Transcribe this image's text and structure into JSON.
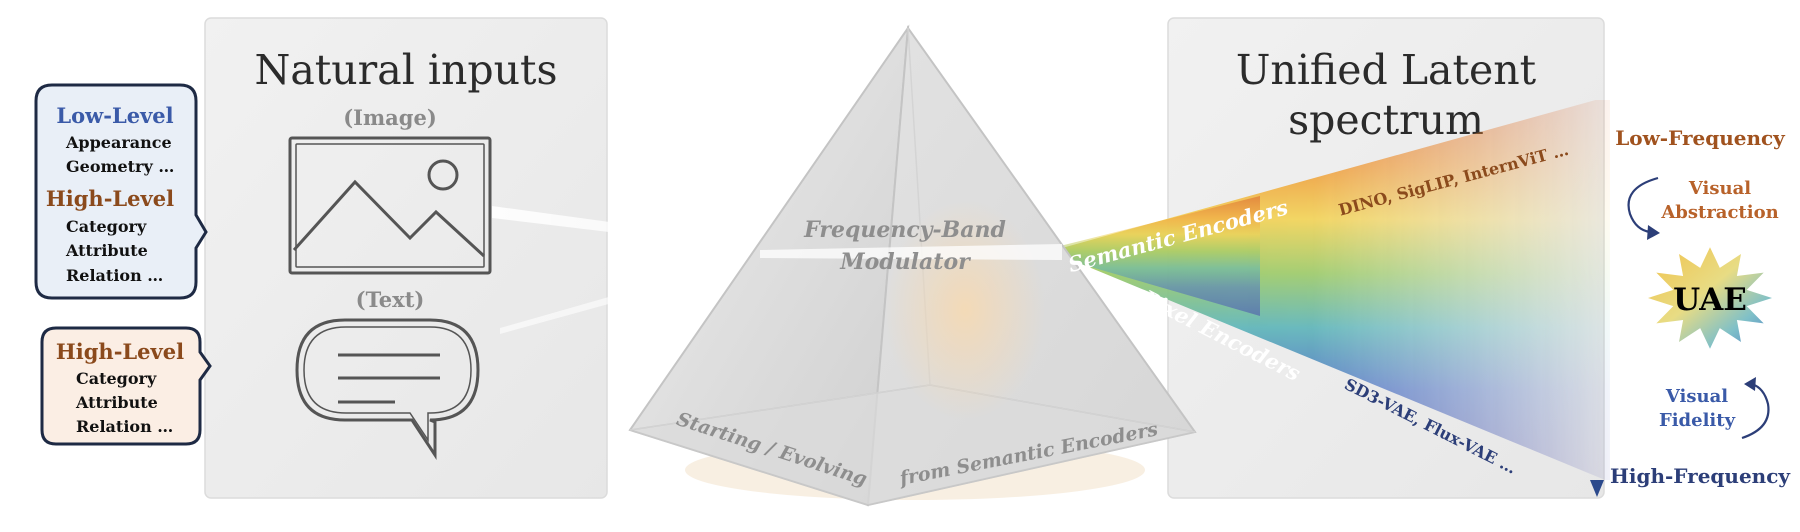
{
  "colors": {
    "low_level": "#3a5aa8",
    "high_level": "#8b4a1c",
    "semantic_models": "#8b4a1c",
    "pixel_models": "#2c3e78",
    "low_frequency": "#a0521e",
    "high_frequency": "#2c3e78",
    "abstraction": "#b8622a",
    "fidelity": "#3a5aa8"
  },
  "image_callout": {
    "low_level_title": "Low-Level",
    "low_level_items": [
      "Appearance",
      "Geometry …"
    ],
    "high_level_title": "High-Level",
    "high_level_items": [
      "Category",
      "Attribute",
      "Relation …"
    ]
  },
  "text_callout": {
    "high_level_title": "High-Level",
    "high_level_items": [
      "Category",
      "Attribute",
      "Relation …"
    ]
  },
  "inputs_panel": {
    "title": "Natural inputs",
    "image_label": "(Image)",
    "text_label": "(Text)"
  },
  "prism": {
    "label_line1": "Frequency-Band",
    "label_line2": "Modulator",
    "base_left": "Starting / Evolving",
    "base_right": "from Semantic Encoders"
  },
  "spectrum_panel": {
    "title_line1": "Unified Latent",
    "title_line2": "spectrum",
    "semantic_encoders": "Semantic Encoders",
    "semantic_models": "DINO,  SigLIP,  InternViT …",
    "pixel_encoders": "Pixel Encoders",
    "pixel_models": "SD3-VAE,  Flux-VAE …"
  },
  "frequency_axis": {
    "low": "Low-Frequency",
    "high": "High-Frequency",
    "abstraction_line1": "Visual",
    "abstraction_line2": "Abstraction",
    "fidelity_line1": "Visual",
    "fidelity_line2": "Fidelity",
    "badge": "UAE"
  },
  "icons": [
    "image-icon",
    "speech-bubble-icon",
    "curved-arrow-icon",
    "star-badge-icon"
  ]
}
